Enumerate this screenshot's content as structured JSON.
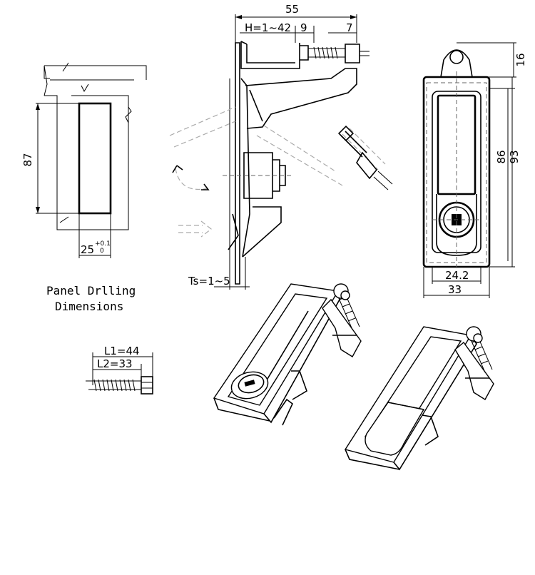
{
  "dimensions": {
    "overall_width": "55",
    "panel_range": "H=1~42",
    "nine": "9",
    "seven": "7",
    "eighty_seven": "87",
    "twenty_five": "25",
    "tol_upper": "+0.1",
    "tol_lower": "0",
    "thickness": "Ts=1~5",
    "sixteen": "16",
    "eighty_six": "86",
    "ninety_three": "93",
    "inner_width": "24.2",
    "outer_width": "33",
    "length_l1": "L1=44",
    "length_l2": "L2=33"
  },
  "labels": {
    "panel_drilling_line1": "Panel Drlling",
    "panel_drilling_line2": "Dimensions"
  }
}
